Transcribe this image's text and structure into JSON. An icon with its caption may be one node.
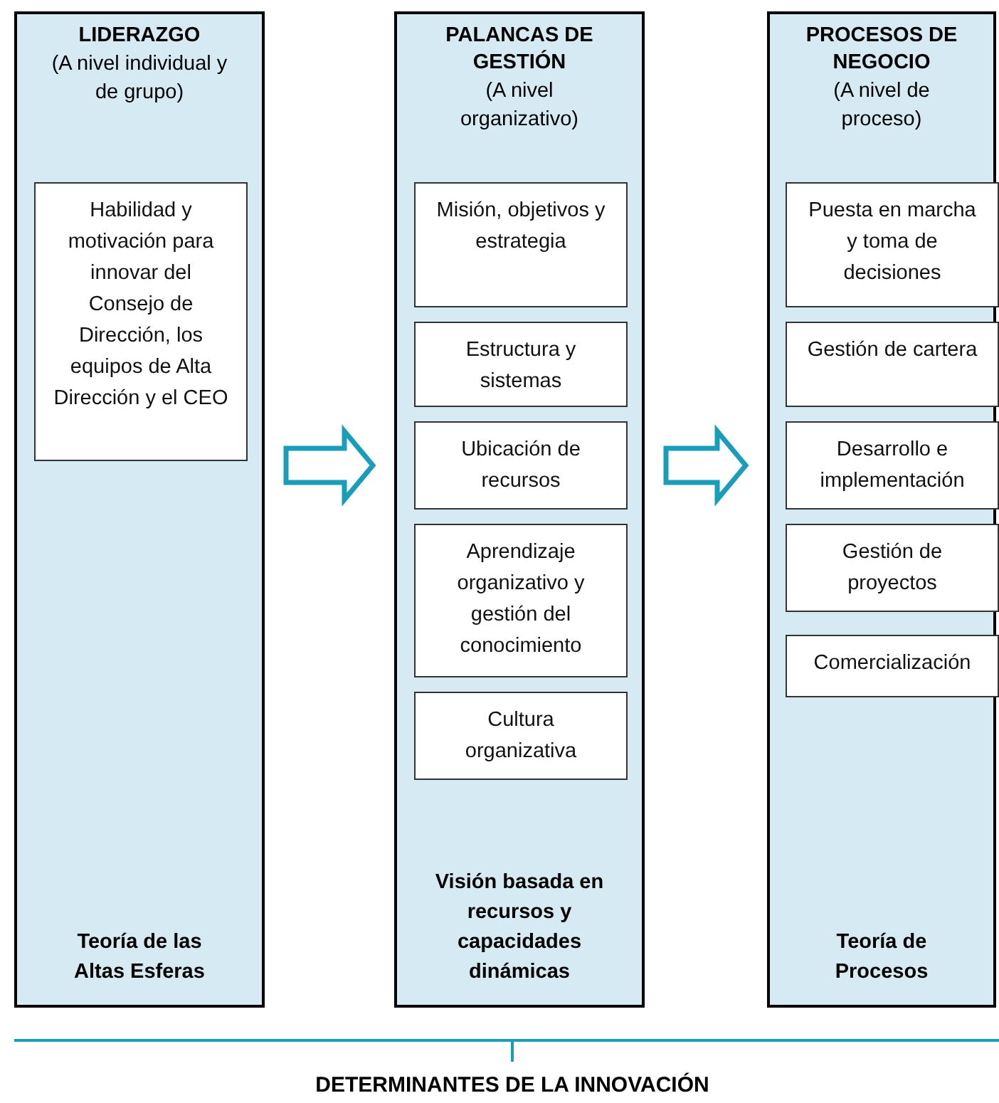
{
  "diagram": {
    "nodes": [
      {
        "text": [
          "LIDERAZGO",
          "(A nivel individual y de grupo)",
          "Teoría de las Altas Esferas"
        ]
      },
      {
        "text": [
          "Habilidad y motivación para innovar del Consejo de Dirección, los equipos de Alta Dirección y el CEO"
        ],
        "in": 0
      },
      {
        "text": [
          "PALANCAS DE GESTIÓN",
          "(A nivel organizativo)",
          "Visión basada en recursos y capacidades dinámicas"
        ]
      },
      {
        "text": [
          "Misión, objetivos y estrategia"
        ],
        "in": 2
      },
      {
        "text": [
          "Estructura y sistemas"
        ],
        "in": 2
      },
      {
        "text": [
          "Ubicación de recursos"
        ],
        "in": 2
      },
      {
        "text": [
          "Aprendizaje organizativo y gestión del conocimiento"
        ],
        "in": 2
      },
      {
        "text": [
          "Cultura organizativa"
        ],
        "in": 2
      },
      {
        "text": [
          "PROCESOS DE NEGOCIO",
          "(A nivel de proceso)",
          "Teoría de Procesos"
        ]
      },
      {
        "text": [
          "Puesta en marcha y toma de decisiones"
        ],
        "in": 8
      },
      {
        "text": [
          "Gestión de cartera"
        ],
        "in": 8
      },
      {
        "text": [
          "Desarrollo e implementación"
        ],
        "in": 8
      },
      {
        "text": [
          "Gestión de proyectos"
        ],
        "in": 8
      },
      {
        "text": [
          "Comercialización"
        ],
        "in": 8
      }
    ],
    "edges": [
      {
        "from": 0,
        "to": 2,
        "arrow": "to"
      },
      {
        "from": 2,
        "to": 8,
        "arrow": "to"
      }
    ],
    "labels": [
      "DETERMINANTES DE LA INNOVACIÓN"
    ]
  }
}
